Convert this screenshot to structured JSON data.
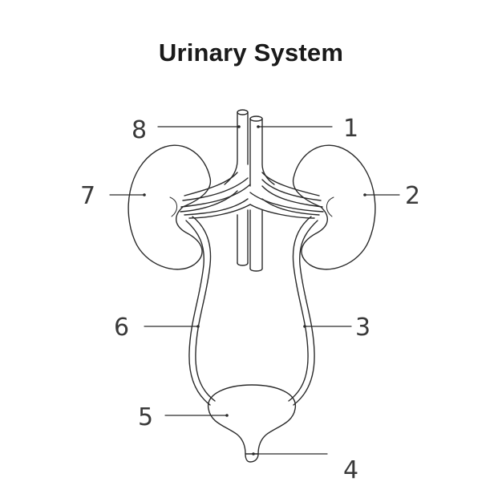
{
  "title": "Urinary System",
  "colors": {
    "stroke": "#2a2a2a",
    "label": "#3a3a3a",
    "background": "#ffffff"
  },
  "labels": {
    "n1": "1",
    "n2": "2",
    "n3": "3",
    "n4": "4",
    "n5": "5",
    "n6": "6",
    "n7": "7",
    "n8": "8"
  }
}
